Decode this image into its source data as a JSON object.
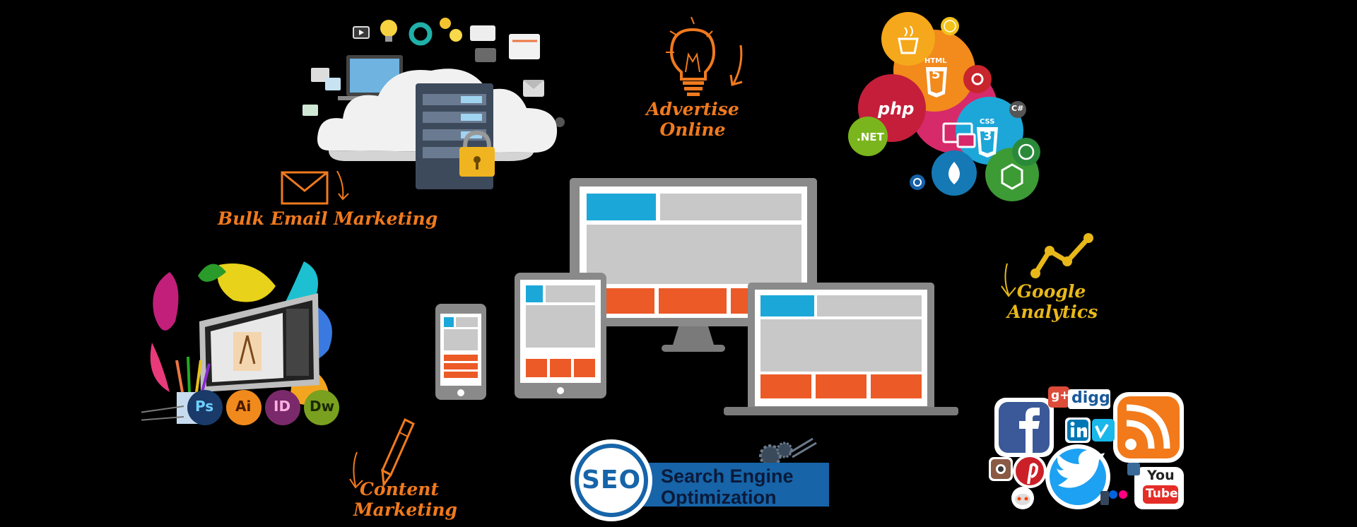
{
  "labels": {
    "bulk_email": "Bulk Email Marketing",
    "advertise_line1": "Advertise",
    "advertise_line2": "Online",
    "google_line1": "Google",
    "google_line2": "Analytics",
    "content_line1": "Content",
    "content_line2": "Marketing"
  },
  "seo": {
    "badge": "SEO",
    "line1": "Search Engine",
    "line2": "Optimization"
  },
  "tech_badges": {
    "html": "HTML",
    "html_num": "5",
    "php": "php",
    "net": ".NET",
    "css": "CSS",
    "css_num": "3",
    "csharp": "C#"
  },
  "design_apps": [
    "Ps",
    "Ai",
    "ID",
    "Dw"
  ],
  "social": {
    "digg": "digg",
    "gplus": "g+",
    "youtube_top": "You",
    "youtube_bottom": "Tube"
  },
  "colors": {
    "accent_orange": "#f07a1e",
    "accent_gold": "#e8b81a",
    "device_grey": "#8a8a8a",
    "screen_blue": "#1ba8d8",
    "screen_orange": "#ec5a27"
  }
}
